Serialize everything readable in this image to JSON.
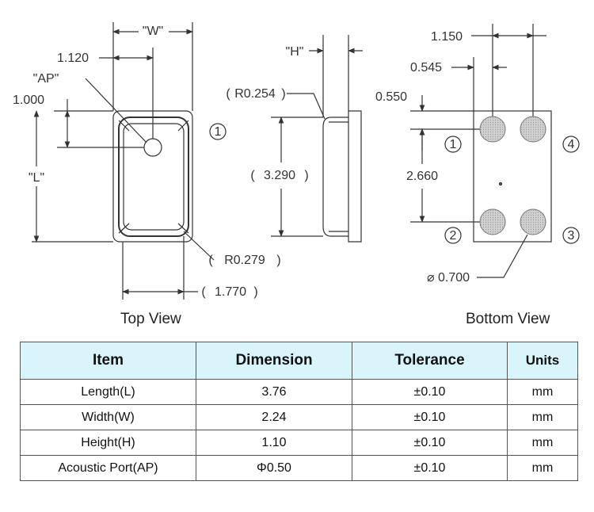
{
  "top_view": {
    "label_w": "\"W\"",
    "label_ap": "\"AP\"",
    "label_l": "\"L\"",
    "dim_1120": "1.120",
    "dim_1000": "1.000",
    "dim_r0279": "R0.279",
    "dim_1770": "1.770",
    "pin_marker": "1",
    "title": "Top View"
  },
  "side_view": {
    "label_h": "\"H\"",
    "dim_r0254": "R0.254",
    "dim_3290": "3.290"
  },
  "bottom_view": {
    "dim_1150": "1.150",
    "dim_0545": "0.545",
    "dim_0550": "0.550",
    "dim_2660": "2.660",
    "dim_pad_diameter": "⌀ 0.700",
    "pins": [
      "1",
      "2",
      "3",
      "4"
    ],
    "title": "Bottom View"
  },
  "spec_table": {
    "headers": [
      "Item",
      "Dimension",
      "Tolerance",
      "Units"
    ],
    "rows": [
      [
        "Length(L)",
        "3.76",
        "±0.10",
        "mm"
      ],
      [
        "Width(W)",
        "2.24",
        "±0.10",
        "mm"
      ],
      [
        "Height(H)",
        "1.10",
        "±0.10",
        "mm"
      ],
      [
        "Acoustic Port(AP)",
        "Φ0.50",
        "±0.10",
        "mm"
      ]
    ]
  },
  "colors": {
    "header_bg": "#d9f5fb",
    "line": "#333333",
    "pad_fill": "#c8c8c8"
  }
}
